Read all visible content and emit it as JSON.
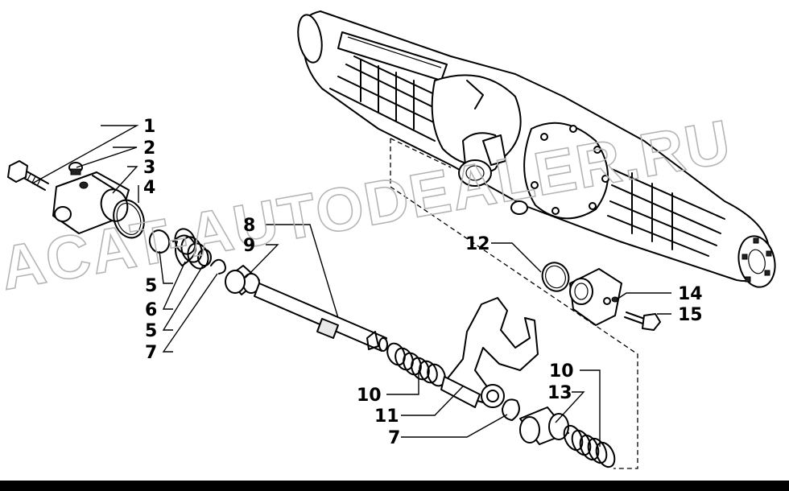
{
  "watermark": "ACAT-AUTODEALER.RU",
  "callouts": [
    {
      "id": "c1",
      "text": "1"
    },
    {
      "id": "c2",
      "text": "2"
    },
    {
      "id": "c3",
      "text": "3"
    },
    {
      "id": "c4",
      "text": "4"
    },
    {
      "id": "c5a",
      "text": "5"
    },
    {
      "id": "c6",
      "text": "6"
    },
    {
      "id": "c5b",
      "text": "5"
    },
    {
      "id": "c7a",
      "text": "7"
    },
    {
      "id": "c8",
      "text": "8"
    },
    {
      "id": "c9",
      "text": "9"
    },
    {
      "id": "c10a",
      "text": "10"
    },
    {
      "id": "c11",
      "text": "11"
    },
    {
      "id": "c7b",
      "text": "7"
    },
    {
      "id": "c12",
      "text": "12"
    },
    {
      "id": "c14",
      "text": "14"
    },
    {
      "id": "c15",
      "text": "15"
    },
    {
      "id": "c10b",
      "text": "10"
    },
    {
      "id": "c13",
      "text": "13"
    }
  ],
  "colors": {
    "ink": "#000000",
    "paper": "#ffffff",
    "watermark": "#b5b5b5"
  }
}
